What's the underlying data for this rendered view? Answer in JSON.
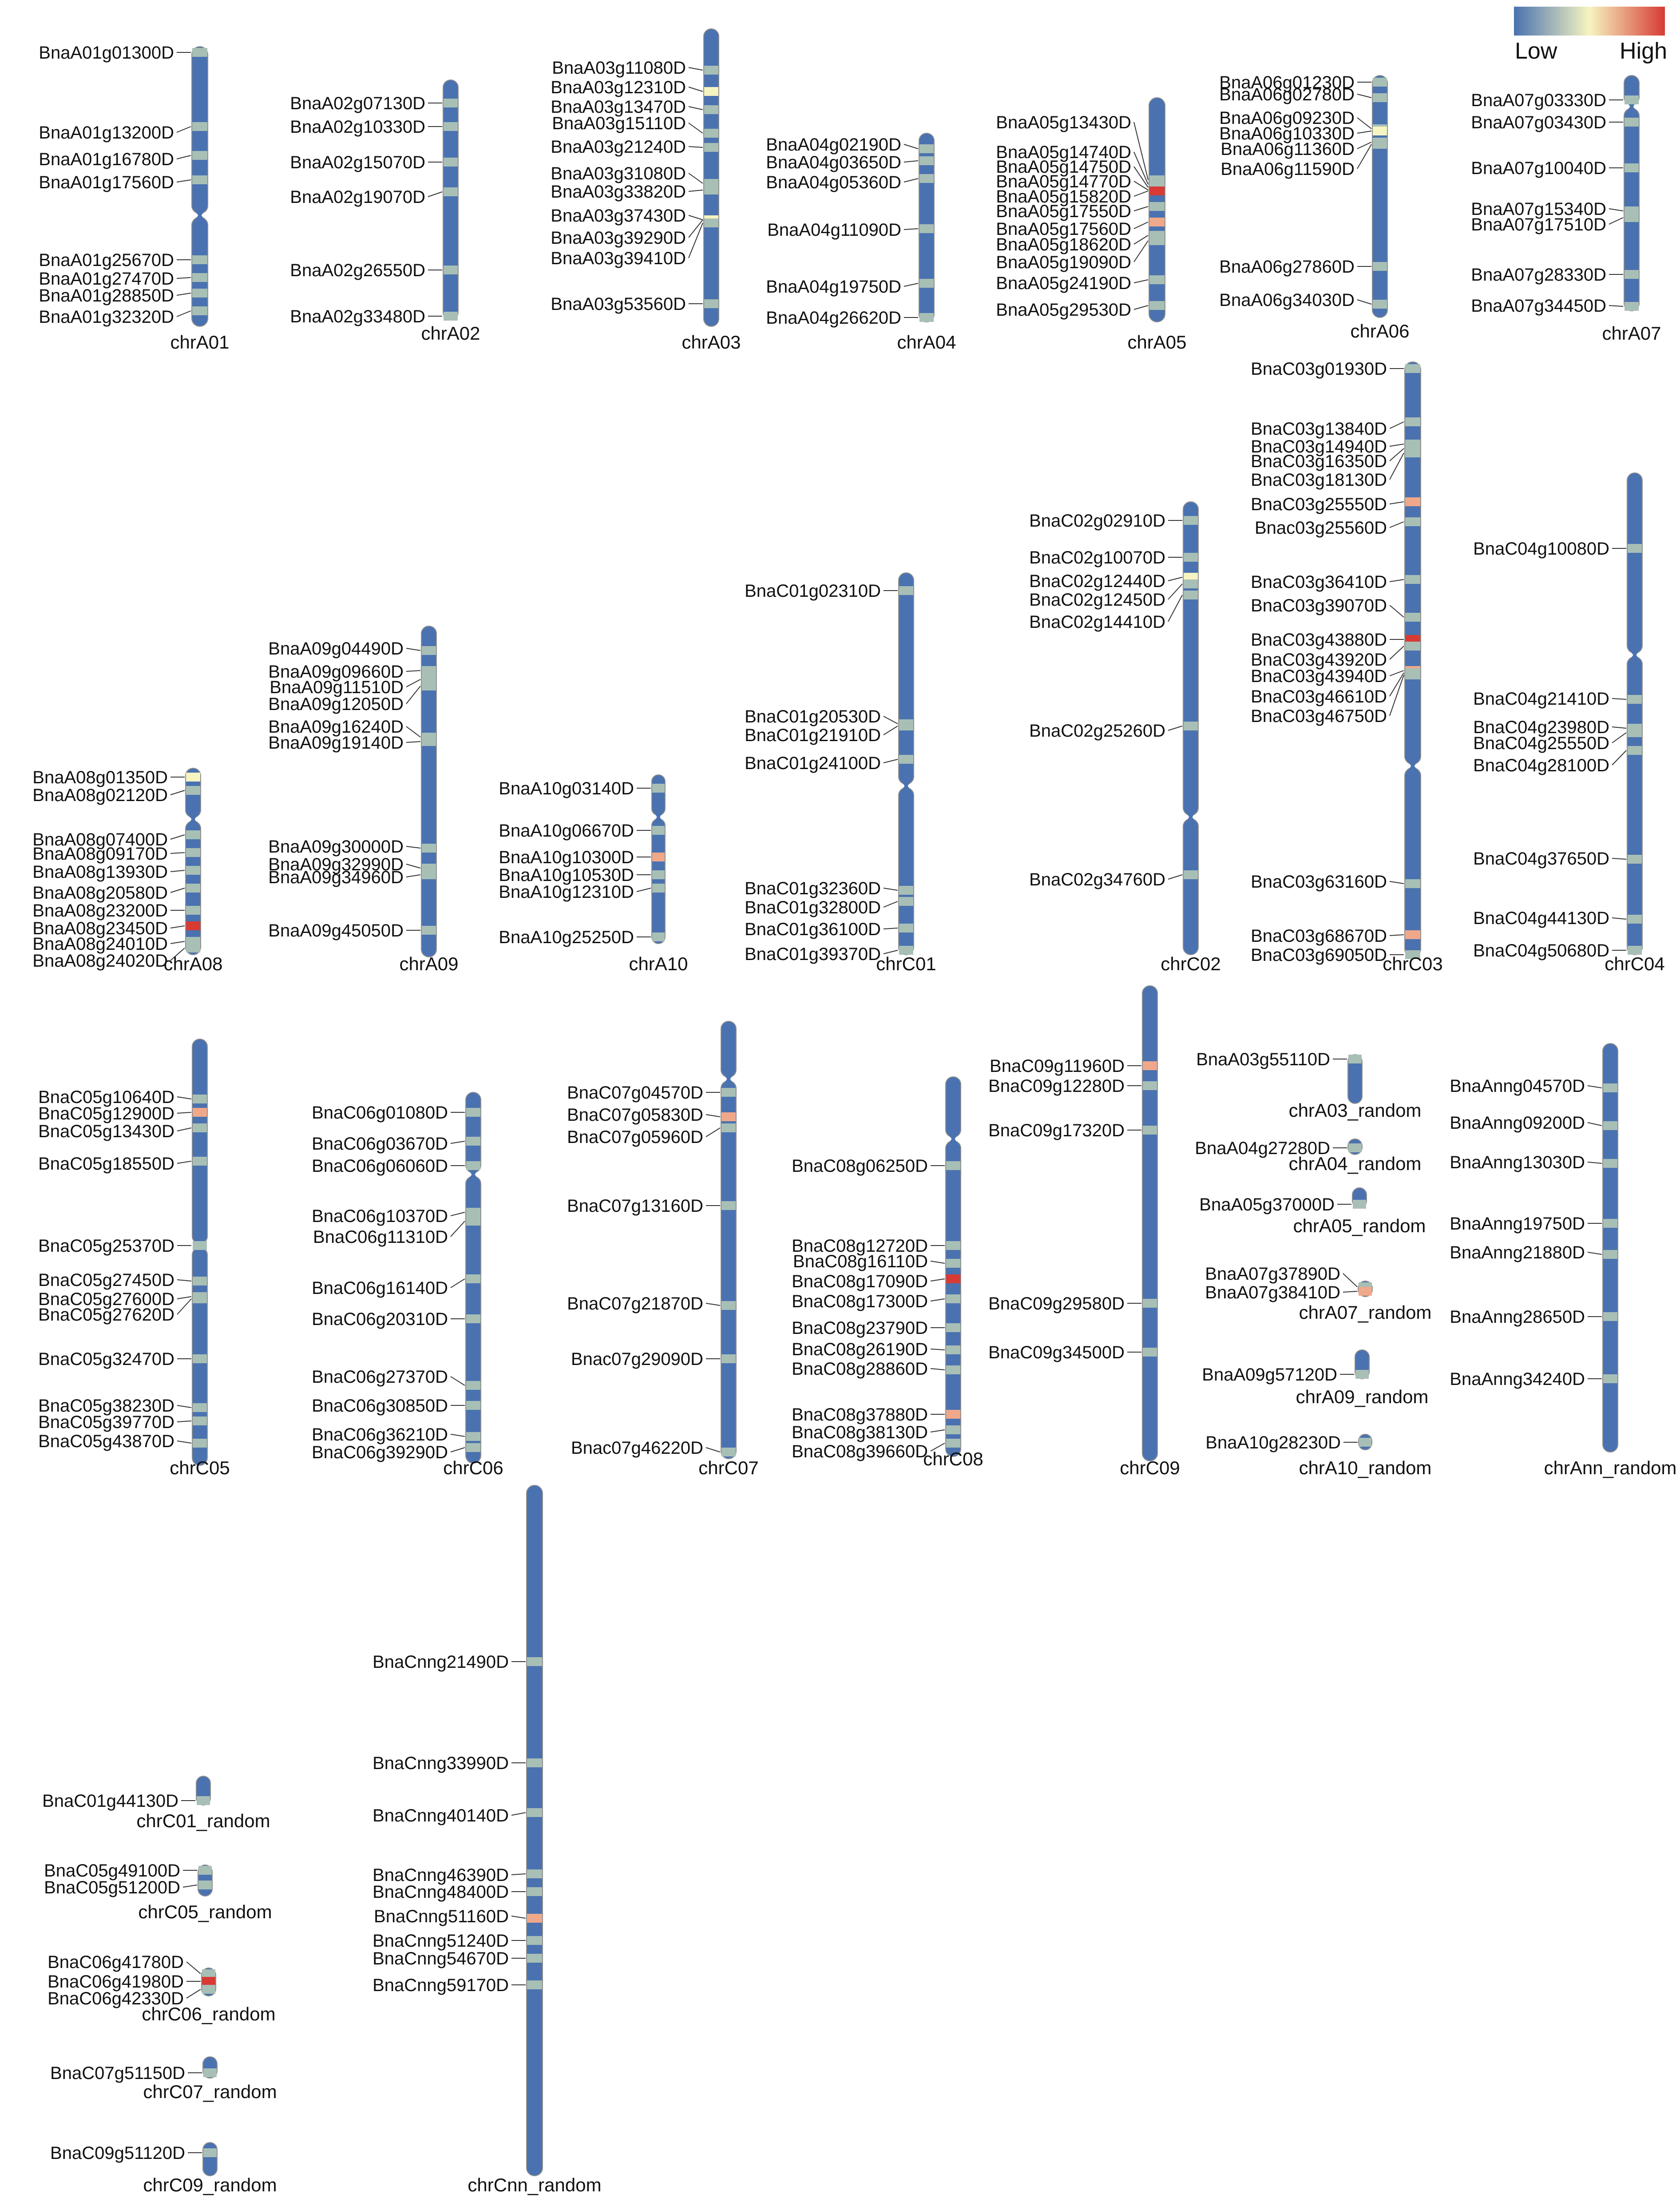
{
  "legend": {
    "low_label": "Low",
    "high_label": "High",
    "colors": [
      "#4a72b0",
      "#f6f4c0",
      "#d73b34"
    ]
  },
  "colors": {
    "chromosome": "#4a72b0",
    "stroke": "#8f8f8f",
    "low": "#4a72b0",
    "lowmid": "#a8bfb6",
    "mid": "#f6f4c0",
    "midhigh": "#f0a88a",
    "high": "#d73b34",
    "text": "#111111"
  },
  "chromosomes": [
    {
      "name": "chrA01",
      "genes": [
        {
          "id": "BnaA01g01300D",
          "level": "lowmid"
        },
        {
          "id": "BnaA01g13200D",
          "level": "lowmid"
        },
        {
          "id": "BnaA01g16780D",
          "level": "lowmid"
        },
        {
          "id": "BnaA01g17560D",
          "level": "lowmid"
        },
        {
          "id": "BnaA01g25670D",
          "level": "lowmid"
        },
        {
          "id": "BnaA01g27470D",
          "level": "lowmid"
        },
        {
          "id": "BnaA01g28850D",
          "level": "lowmid"
        },
        {
          "id": "BnaA01g32320D",
          "level": "lowmid"
        }
      ]
    },
    {
      "name": "chrA02",
      "genes": [
        {
          "id": "BnaA02g07130D",
          "level": "lowmid"
        },
        {
          "id": "BnaA02g10330D",
          "level": "lowmid"
        },
        {
          "id": "BnaA02g15070D",
          "level": "lowmid"
        },
        {
          "id": "BnaA02g19070D",
          "level": "lowmid"
        },
        {
          "id": "BnaA02g26550D",
          "level": "lowmid"
        },
        {
          "id": "BnaA02g33480D",
          "level": "lowmid"
        }
      ]
    },
    {
      "name": "chrA03",
      "genes": [
        {
          "id": "BnaA03g11080D",
          "level": "lowmid"
        },
        {
          "id": "BnaA03g12310D",
          "level": "mid"
        },
        {
          "id": "BnaA03g13470D",
          "level": "lowmid"
        },
        {
          "id": "BnaA03g15110D",
          "level": "lowmid"
        },
        {
          "id": "BnaA03g21240D",
          "level": "lowmid"
        },
        {
          "id": "BnaA03g31080D",
          "level": "lowmid"
        },
        {
          "id": "BnaA03g33820D",
          "level": "lowmid"
        },
        {
          "id": "BnaA03g37430D",
          "level": "lowmid"
        },
        {
          "id": "BnaA03g39290D",
          "level": "mid"
        },
        {
          "id": "BnaA03g39410D",
          "level": "lowmid"
        },
        {
          "id": "BnaA03g53560D",
          "level": "lowmid"
        }
      ]
    },
    {
      "name": "chrA04",
      "genes": [
        {
          "id": "BnaA04g02190D",
          "level": "lowmid"
        },
        {
          "id": "BnaA04g03650D",
          "level": "lowmid"
        },
        {
          "id": "BnaA04g05360D",
          "level": "lowmid"
        },
        {
          "id": "BnaA04g11090D",
          "level": "lowmid"
        },
        {
          "id": "BnaA04g19750D",
          "level": "lowmid"
        },
        {
          "id": "BnaA04g26620D",
          "level": "lowmid"
        }
      ]
    },
    {
      "name": "chrA05",
      "genes": [
        {
          "id": "BnaA05g13430D",
          "level": "lowmid"
        },
        {
          "id": "BnaA05g14740D",
          "level": "lowmid"
        },
        {
          "id": "BnaA05g14750D",
          "level": "lowmid"
        },
        {
          "id": "BnaA05g14770D",
          "level": "lowmid"
        },
        {
          "id": "BnaA05g15820D",
          "level": "high"
        },
        {
          "id": "BnaA05g17550D",
          "level": "lowmid"
        },
        {
          "id": "BnaA05g17560D",
          "level": "midhigh"
        },
        {
          "id": "BnaA05g18620D",
          "level": "lowmid"
        },
        {
          "id": "BnaA05g19090D",
          "level": "lowmid"
        },
        {
          "id": "BnaA05g24190D",
          "level": "lowmid"
        },
        {
          "id": "BnaA05g29530D",
          "level": "lowmid"
        }
      ]
    },
    {
      "name": "chrA06",
      "genes": [
        {
          "id": "BnaA06g01230D",
          "level": "lowmid"
        },
        {
          "id": "BnaA06g02780D",
          "level": "lowmid"
        },
        {
          "id": "BnaA06g09230D",
          "level": "lowmid"
        },
        {
          "id": "BnaA06g10330D",
          "level": "mid"
        },
        {
          "id": "BnaA06g11360D",
          "level": "lowmid"
        },
        {
          "id": "BnaA06g11590D",
          "level": "lowmid"
        },
        {
          "id": "BnaA06g27860D",
          "level": "lowmid"
        },
        {
          "id": "BnaA06g34030D",
          "level": "lowmid"
        }
      ]
    },
    {
      "name": "chrA07",
      "genes": [
        {
          "id": "BnaA07g03330D",
          "level": "lowmid"
        },
        {
          "id": "BnaA07g03430D",
          "level": "lowmid"
        },
        {
          "id": "BnaA07g10040D",
          "level": "lowmid"
        },
        {
          "id": "BnaA07g15340D",
          "level": "lowmid"
        },
        {
          "id": "BnaA07g17510D",
          "level": "lowmid"
        },
        {
          "id": "BnaA07g28330D",
          "level": "lowmid"
        },
        {
          "id": "BnaA07g34450D",
          "level": "lowmid"
        }
      ]
    },
    {
      "name": "chrA08",
      "genes": [
        {
          "id": "BnaA08g01350D",
          "level": "mid"
        },
        {
          "id": "BnaA08g02120D",
          "level": "lowmid"
        },
        {
          "id": "BnaA08g07400D",
          "level": "lowmid"
        },
        {
          "id": "BnaA08g09170D",
          "level": "lowmid"
        },
        {
          "id": "BnaA08g13930D",
          "level": "lowmid"
        },
        {
          "id": "BnaA08g20580D",
          "level": "lowmid"
        },
        {
          "id": "BnaA08g23200D",
          "level": "lowmid"
        },
        {
          "id": "BnaA08g23450D",
          "level": "high"
        },
        {
          "id": "BnaA08g24010D",
          "level": "lowmid"
        },
        {
          "id": "BnaA08g24020D",
          "level": "lowmid"
        }
      ]
    },
    {
      "name": "chrA09",
      "genes": [
        {
          "id": "BnaA09g04490D",
          "level": "lowmid"
        },
        {
          "id": "BnaA09g09660D",
          "level": "lowmid"
        },
        {
          "id": "BnaA09g11510D",
          "level": "lowmid"
        },
        {
          "id": "BnaA09g12050D",
          "level": "lowmid"
        },
        {
          "id": "BnaA09g16240D",
          "level": "lowmid"
        },
        {
          "id": "BnaA09g19140D",
          "level": "lowmid"
        },
        {
          "id": "BnaA09g30000D",
          "level": "lowmid"
        },
        {
          "id": "BnaA09g32990D",
          "level": "lowmid"
        },
        {
          "id": "BnaA09g34960D",
          "level": "lowmid"
        },
        {
          "id": "BnaA09g45050D",
          "level": "lowmid"
        }
      ]
    },
    {
      "name": "chrA10",
      "genes": [
        {
          "id": "BnaA10g03140D",
          "level": "lowmid"
        },
        {
          "id": "BnaA10g06670D",
          "level": "lowmid"
        },
        {
          "id": "BnaA10g10300D",
          "level": "midhigh"
        },
        {
          "id": "BnaA10g10530D",
          "level": "lowmid"
        },
        {
          "id": "BnaA10g12310D",
          "level": "lowmid"
        },
        {
          "id": "BnaA10g25250D",
          "level": "lowmid"
        }
      ]
    },
    {
      "name": "chrC01",
      "genes": [
        {
          "id": "BnaC01g02310D",
          "level": "lowmid"
        },
        {
          "id": "BnaC01g20530D",
          "level": "lowmid"
        },
        {
          "id": "BnaC01g21910D",
          "level": "lowmid"
        },
        {
          "id": "BnaC01g24100D",
          "level": "lowmid"
        },
        {
          "id": "BnaC01g32360D",
          "level": "lowmid"
        },
        {
          "id": "BnaC01g32800D",
          "level": "lowmid"
        },
        {
          "id": "BnaC01g36100D",
          "level": "lowmid"
        },
        {
          "id": "BnaC01g39370D",
          "level": "lowmid"
        }
      ]
    },
    {
      "name": "chrC02",
      "genes": [
        {
          "id": "BnaC02g02910D",
          "level": "lowmid"
        },
        {
          "id": "BnaC02g10070D",
          "level": "lowmid"
        },
        {
          "id": "BnaC02g12440D",
          "level": "mid"
        },
        {
          "id": "BnaC02g12450D",
          "level": "lowmid"
        },
        {
          "id": "BnaC02g14410D",
          "level": "lowmid"
        },
        {
          "id": "BnaC02g25260D",
          "level": "lowmid"
        },
        {
          "id": "BnaC02g34760D",
          "level": "lowmid"
        }
      ]
    },
    {
      "name": "chrC03",
      "genes": [
        {
          "id": "BnaC03g01930D",
          "level": "lowmid"
        },
        {
          "id": "BnaC03g13840D",
          "level": "lowmid"
        },
        {
          "id": "BnaC03g14940D",
          "level": "lowmid"
        },
        {
          "id": "BnaC03g16350D",
          "level": "lowmid"
        },
        {
          "id": "BnaC03g18130D",
          "level": "lowmid"
        },
        {
          "id": "BnaC03g25550D",
          "level": "midhigh"
        },
        {
          "id": "Bnac03g25560D",
          "level": "lowmid"
        },
        {
          "id": "BnaC03g36410D",
          "level": "lowmid"
        },
        {
          "id": "BnaC03g39070D",
          "level": "lowmid"
        },
        {
          "id": "BnaC03g43880D",
          "level": "high"
        },
        {
          "id": "BnaC03g43920D",
          "level": "lowmid"
        },
        {
          "id": "BnaC03g43940D",
          "level": "midhigh"
        },
        {
          "id": "BnaC03g46610D",
          "level": "lowmid"
        },
        {
          "id": "BnaC03g46750D",
          "level": "lowmid"
        },
        {
          "id": "BnaC03g63160D",
          "level": "lowmid"
        },
        {
          "id": "BnaC03g68670D",
          "level": "midhigh"
        },
        {
          "id": "BnaC03g69050D",
          "level": "lowmid"
        }
      ]
    },
    {
      "name": "chrC04",
      "genes": [
        {
          "id": "BnaC04g10080D",
          "level": "lowmid"
        },
        {
          "id": "BnaC04g21410D",
          "level": "lowmid"
        },
        {
          "id": "BnaC04g23980D",
          "level": "lowmid"
        },
        {
          "id": "BnaC04g25550D",
          "level": "lowmid"
        },
        {
          "id": "BnaC04g28100D",
          "level": "lowmid"
        },
        {
          "id": "BnaC04g37650D",
          "level": "lowmid"
        },
        {
          "id": "BnaC04g44130D",
          "level": "lowmid"
        },
        {
          "id": "BnaC04g50680D",
          "level": "lowmid"
        }
      ]
    },
    {
      "name": "chrC05",
      "genes": [
        {
          "id": "BnaC05g10640D",
          "level": "lowmid"
        },
        {
          "id": "BnaC05g12900D",
          "level": "midhigh"
        },
        {
          "id": "BnaC05g13430D",
          "level": "lowmid"
        },
        {
          "id": "BnaC05g18550D",
          "level": "lowmid"
        },
        {
          "id": "BnaC05g25370D",
          "level": "lowmid"
        },
        {
          "id": "BnaC05g27450D",
          "level": "lowmid"
        },
        {
          "id": "BnaC05g27600D",
          "level": "lowmid"
        },
        {
          "id": "BnaC05g27620D",
          "level": "lowmid"
        },
        {
          "id": "BnaC05g32470D",
          "level": "lowmid"
        },
        {
          "id": "BnaC05g38230D",
          "level": "lowmid"
        },
        {
          "id": "BnaC05g39770D",
          "level": "lowmid"
        },
        {
          "id": "BnaC05g43870D",
          "level": "lowmid"
        }
      ]
    },
    {
      "name": "chrC06",
      "genes": [
        {
          "id": "BnaC06g01080D",
          "level": "lowmid"
        },
        {
          "id": "BnaC06g03670D",
          "level": "lowmid"
        },
        {
          "id": "BnaC06g06060D",
          "level": "lowmid"
        },
        {
          "id": "BnaC06g10370D",
          "level": "lowmid"
        },
        {
          "id": "BnaC06g11310D",
          "level": "lowmid"
        },
        {
          "id": "BnaC06g16140D",
          "level": "lowmid"
        },
        {
          "id": "BnaC06g20310D",
          "level": "lowmid"
        },
        {
          "id": "BnaC06g27370D",
          "level": "lowmid"
        },
        {
          "id": "BnaC06g30850D",
          "level": "lowmid"
        },
        {
          "id": "BnaC06g36210D",
          "level": "lowmid"
        },
        {
          "id": "BnaC06g39290D",
          "level": "lowmid"
        }
      ]
    },
    {
      "name": "chrC07",
      "genes": [
        {
          "id": "BnaC07g04570D",
          "level": "lowmid"
        },
        {
          "id": "BnaC07g05830D",
          "level": "midhigh"
        },
        {
          "id": "BnaC07g05960D",
          "level": "lowmid"
        },
        {
          "id": "BnaC07g13160D",
          "level": "lowmid"
        },
        {
          "id": "BnaC07g21870D",
          "level": "lowmid"
        },
        {
          "id": "Bnac07g29090D",
          "level": "lowmid"
        },
        {
          "id": "Bnac07g46220D",
          "level": "lowmid"
        }
      ]
    },
    {
      "name": "chrC08",
      "genes": [
        {
          "id": "BnaC08g06250D",
          "level": "lowmid"
        },
        {
          "id": "BnaC08g12720D",
          "level": "lowmid"
        },
        {
          "id": "BnaC08g16110D",
          "level": "lowmid"
        },
        {
          "id": "BnaC08g17090D",
          "level": "high"
        },
        {
          "id": "BnaC08g17300D",
          "level": "lowmid"
        },
        {
          "id": "BnaC08g23790D",
          "level": "lowmid"
        },
        {
          "id": "BnaC08g26190D",
          "level": "lowmid"
        },
        {
          "id": "BnaC08g28860D",
          "level": "lowmid"
        },
        {
          "id": "BnaC08g37880D",
          "level": "midhigh"
        },
        {
          "id": "BnaC08g38130D",
          "level": "lowmid"
        },
        {
          "id": "BnaC08g39660D",
          "level": "lowmid"
        }
      ]
    },
    {
      "name": "chrC09",
      "genes": [
        {
          "id": "BnaC09g11960D",
          "level": "midhigh"
        },
        {
          "id": "BnaC09g12280D",
          "level": "lowmid"
        },
        {
          "id": "BnaC09g17320D",
          "level": "lowmid"
        },
        {
          "id": "BnaC09g29580D",
          "level": "lowmid"
        },
        {
          "id": "BnaC09g34500D",
          "level": "lowmid"
        }
      ]
    },
    {
      "name": "chrA03_random",
      "genes": [
        {
          "id": "BnaA03g55110D",
          "level": "lowmid"
        }
      ]
    },
    {
      "name": "chrA04_random",
      "genes": [
        {
          "id": "BnaA04g27280D",
          "level": "lowmid"
        }
      ]
    },
    {
      "name": "chrA05_random",
      "genes": [
        {
          "id": "BnaA05g37000D",
          "level": "lowmid"
        }
      ]
    },
    {
      "name": "chrA07_random",
      "genes": [
        {
          "id": "BnaA07g37890D",
          "level": "lowmid"
        },
        {
          "id": "BnaA07g38410D",
          "level": "midhigh"
        }
      ]
    },
    {
      "name": "chrA09_random",
      "genes": [
        {
          "id": "BnaA09g57120D",
          "level": "lowmid"
        }
      ]
    },
    {
      "name": "chrA10_random",
      "genes": [
        {
          "id": "BnaA10g28230D",
          "level": "lowmid"
        }
      ]
    },
    {
      "name": "chrAnn_random",
      "genes": [
        {
          "id": "BnaAnng04570D",
          "level": "lowmid"
        },
        {
          "id": "BnaAnng09200D",
          "level": "lowmid"
        },
        {
          "id": "BnaAnng13030D",
          "level": "lowmid"
        },
        {
          "id": "BnaAnng19750D",
          "level": "lowmid"
        },
        {
          "id": "BnaAnng21880D",
          "level": "lowmid"
        },
        {
          "id": "BnaAnng28650D",
          "level": "lowmid"
        },
        {
          "id": "BnaAnng34240D",
          "level": "lowmid"
        }
      ]
    },
    {
      "name": "chrC01_random",
      "genes": [
        {
          "id": "BnaC01g44130D",
          "level": "lowmid"
        }
      ]
    },
    {
      "name": "chrC05_random",
      "genes": [
        {
          "id": "BnaC05g49100D",
          "level": "lowmid"
        },
        {
          "id": "BnaC05g51200D",
          "level": "lowmid"
        }
      ]
    },
    {
      "name": "chrC06_random",
      "genes": [
        {
          "id": "BnaC06g41780D",
          "level": "lowmid"
        },
        {
          "id": "BnaC06g41980D",
          "level": "high"
        },
        {
          "id": "BnaC06g42330D",
          "level": "lowmid"
        }
      ]
    },
    {
      "name": "chrC07_random",
      "genes": [
        {
          "id": "BnaC07g51150D",
          "level": "lowmid"
        }
      ]
    },
    {
      "name": "chrC09_random",
      "genes": [
        {
          "id": "BnaC09g51120D",
          "level": "lowmid"
        }
      ]
    },
    {
      "name": "chrCnn_random",
      "genes": [
        {
          "id": "BnaCnng21490D",
          "level": "lowmid"
        },
        {
          "id": "BnaCnng33990D",
          "level": "lowmid"
        },
        {
          "id": "BnaCnng40140D",
          "level": "lowmid"
        },
        {
          "id": "BnaCnng46390D",
          "level": "lowmid"
        },
        {
          "id": "BnaCnng48400D",
          "level": "lowmid"
        },
        {
          "id": "BnaCnng51160D",
          "level": "midhigh"
        },
        {
          "id": "BnaCnng51240D",
          "level": "lowmid"
        },
        {
          "id": "BnaCnng54670D",
          "level": "lowmid"
        },
        {
          "id": "BnaCnng59170D",
          "level": "lowmid"
        }
      ]
    }
  ]
}
